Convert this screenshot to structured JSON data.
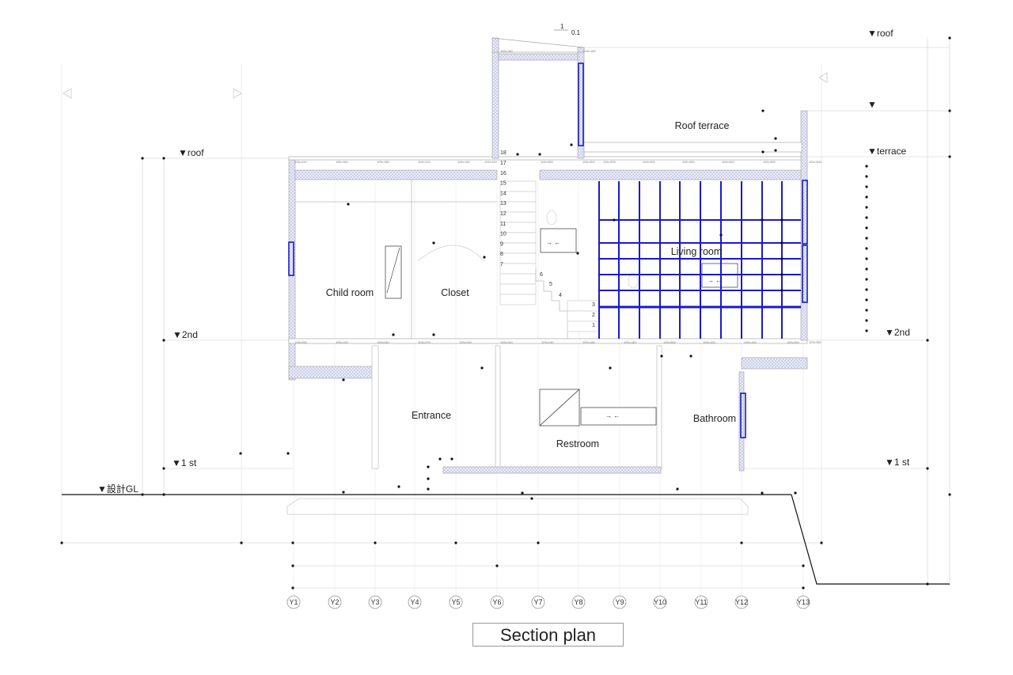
{
  "title": "Section plan",
  "slope": {
    "rise": "1",
    "run": "0.1"
  },
  "levels_left": [
    {
      "id": "roof",
      "label": "▼roof"
    },
    {
      "id": "2nd",
      "label": "▼2nd"
    },
    {
      "id": "1st",
      "label": "▼1 st"
    },
    {
      "id": "gl",
      "label": "▼設計GL"
    }
  ],
  "levels_right": [
    {
      "id": "roof",
      "label": "▼roof"
    },
    {
      "id": "parapet",
      "label": "▼"
    },
    {
      "id": "terrace",
      "label": "▼terrace"
    },
    {
      "id": "2nd",
      "label": "▼2nd"
    },
    {
      "id": "1st",
      "label": "▼1 st"
    }
  ],
  "rooms": [
    {
      "id": "roof-terrace",
      "label": "Roof terrace"
    },
    {
      "id": "child-room",
      "label": "Child room"
    },
    {
      "id": "closet",
      "label": "Closet"
    },
    {
      "id": "living-room",
      "label": "Living room"
    },
    {
      "id": "entrance",
      "label": "Entrance"
    },
    {
      "id": "restroom",
      "label": "Restroom"
    },
    {
      "id": "bathroom",
      "label": "Bathroom"
    }
  ],
  "grid_axes": [
    "Y1",
    "Y2",
    "Y3",
    "Y4",
    "Y5",
    "Y6",
    "Y7",
    "Y8",
    "Y9",
    "Y10",
    "Y11",
    "Y12",
    "Y13"
  ],
  "stair_steps": [
    "1",
    "2",
    "3",
    "4",
    "5",
    "6",
    "7",
    "8",
    "9",
    "10",
    "11",
    "12",
    "13",
    "14",
    "15",
    "16",
    "17",
    "18"
  ],
  "beams_tower": [
    "105×180",
    "105×180"
  ],
  "beams_roof": [
    "105×240",
    "105×180",
    "105×180",
    "105×210",
    "105×180",
    "105×240",
    "105×300",
    "105×300",
    "105×300",
    "105×300",
    "105×300",
    "105×300",
    "105×300",
    "105×300"
  ],
  "beams_2nd": [
    "105×390",
    "105×150",
    "105×240",
    "105×270",
    "105×240",
    "105×240",
    "105×240",
    "105×180",
    "105×180",
    "105×360",
    "105×150",
    "105×150",
    "105×150",
    "105×360"
  ],
  "colors": {
    "window": "#1a1acc",
    "line": "#bbbbbb",
    "ink": "#111111",
    "hatch": "#c8cce8"
  }
}
